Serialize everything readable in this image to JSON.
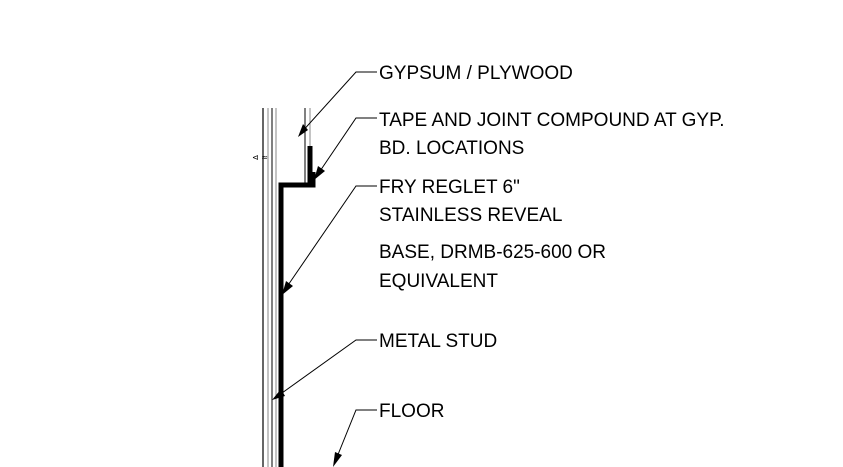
{
  "callouts": [
    {
      "id": "gypsum",
      "lines": [
        "GYPSUM / PLYWOOD"
      ]
    },
    {
      "id": "tape",
      "lines": [
        "TAPE AND JOINT COMPOUND AT GYP.",
        "BD. LOCATIONS"
      ]
    },
    {
      "id": "reglet",
      "lines": [
        "FRY REGLET 6\"",
        "STAINLESS REVEAL",
        "BASE, DRMB-625-600 OR",
        "EQUIVALENT"
      ]
    },
    {
      "id": "stud",
      "lines": [
        "METAL STUD"
      ]
    },
    {
      "id": "floor",
      "lines": [
        "FLOOR"
      ]
    }
  ],
  "colors": {
    "line": "#000000",
    "hatch": "#8a8a8a",
    "background": "#ffffff"
  }
}
